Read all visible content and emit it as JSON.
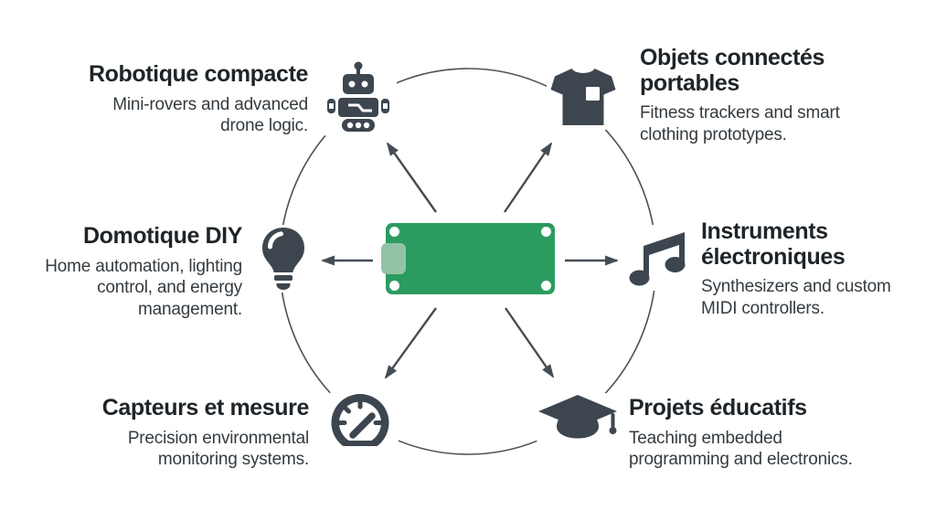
{
  "hub": {
    "name": "microcontroller-board",
    "board_color": "#2B9B60",
    "connector_color": "#93C3A6",
    "hole_color": "#FFFFFF"
  },
  "style": {
    "background": "#FFFFFF",
    "icon_color": "#3D464E",
    "arrow_color": "#454D54",
    "circle_color": "#4A5259",
    "title_color": "#1E2428",
    "description_color": "#343B40"
  },
  "nodes": [
    {
      "id": "robotique",
      "position": "top-left",
      "icon": "robot-icon",
      "title": "Robotique compacte",
      "description": "Mini-rovers and advanced drone logic."
    },
    {
      "id": "objets",
      "position": "top-right",
      "icon": "tshirt-icon",
      "title": "Objets connectés portables",
      "description": "Fitness trackers and smart clothing prototypes."
    },
    {
      "id": "domotique",
      "position": "middle-left",
      "icon": "lightbulb-icon",
      "title": "Domotique DIY",
      "description": "Home automation, lighting control, and energy management."
    },
    {
      "id": "instruments",
      "position": "middle-right",
      "icon": "music-note-icon",
      "title": "Instruments électroniques",
      "description": "Synthesizers and custom MIDI controllers."
    },
    {
      "id": "capteurs",
      "position": "bottom-left",
      "icon": "gauge-icon",
      "title": "Capteurs et mesure",
      "description": "Precision environmental monitoring systems."
    },
    {
      "id": "projets",
      "position": "bottom-right",
      "icon": "graduation-cap-icon",
      "title": "Projets éducatifs",
      "description": "Teaching embedded programming and electronics."
    }
  ]
}
